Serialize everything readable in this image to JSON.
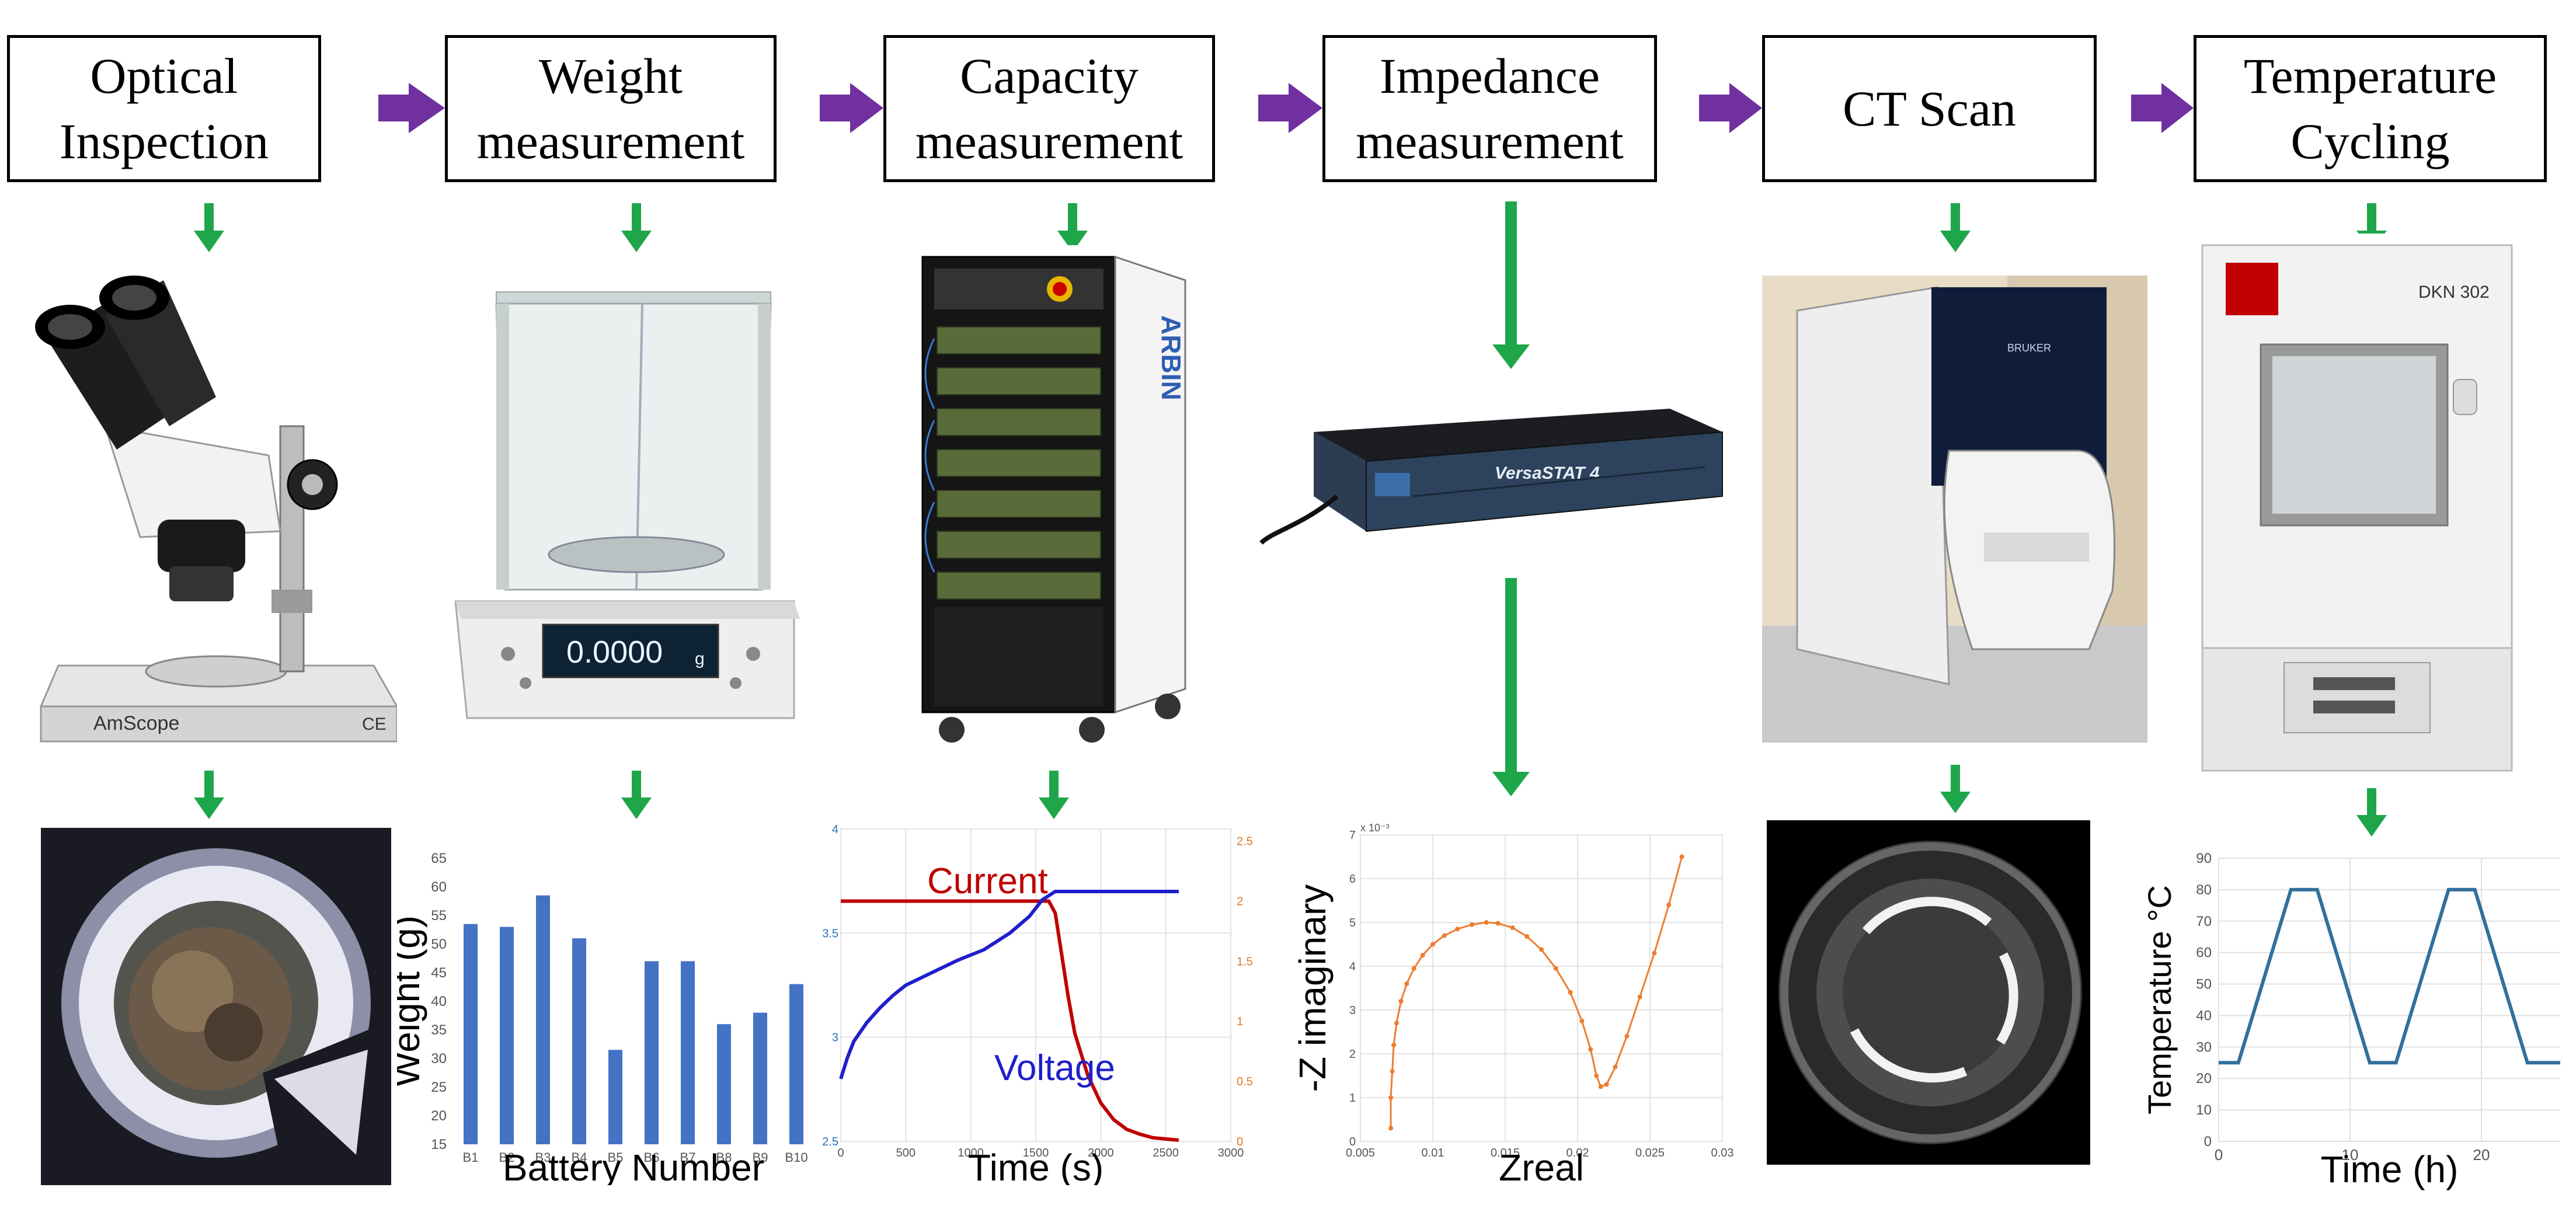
{
  "steps": [
    {
      "line1": "Optical",
      "line2": "Inspection"
    },
    {
      "line1": "Weight",
      "line2": "measurement"
    },
    {
      "line1": "Capacity",
      "line2": "measurement"
    },
    {
      "line1": "Impedance",
      "line2": "measurement"
    },
    {
      "line1": "CT Scan",
      "line2": ""
    },
    {
      "line1": "Temperature",
      "line2": "Cycling"
    }
  ],
  "devices": {
    "microscope_brand": "AmScope",
    "microscope_mark": "CE",
    "balance_display": "0.0000",
    "balance_unit": "g",
    "cycler_brand": "ARBIN",
    "potentiostat_model": "VersaSTAT 4",
    "ct_brand": "BRUKER",
    "chamber_model": "DKN 302"
  },
  "colors": {
    "flow_arrow": "#7030a0",
    "down_arrow": "#1fa64a",
    "bar": "#4472c4",
    "current": "#c00000",
    "voltage": "#1f1fcc",
    "impedance": "#ed7d31",
    "temperature": "#31709b"
  },
  "chart_data": [
    {
      "type": "bar",
      "xlabel": "Battery Number",
      "ylabel": "Weight (g)",
      "categories": [
        "B1",
        "B2",
        "B3",
        "B4",
        "B5",
        "B6",
        "B7",
        "B8",
        "B9",
        "B10"
      ],
      "values": [
        53.5,
        53,
        58.5,
        51,
        31.5,
        47,
        47,
        36,
        38,
        43
      ],
      "ylim": [
        15,
        65
      ],
      "yticks": [
        15,
        20,
        25,
        30,
        35,
        40,
        45,
        50,
        55,
        60,
        65
      ],
      "grid": false
    },
    {
      "type": "line",
      "xlabel": "Time (s)",
      "ylabel": "",
      "xlim": [
        0,
        3000
      ],
      "xticks": [
        0,
        500,
        1000,
        1500,
        2000,
        2500,
        3000
      ],
      "ylim_left": [
        2.5,
        4
      ],
      "yticks_left": [
        "2.5",
        "3",
        "3.5",
        "4"
      ],
      "ylim_right": [
        0,
        2.6
      ],
      "yticks_right": [
        "0",
        "0.5",
        "1",
        "1.5",
        "2",
        "2.5"
      ],
      "grid": true,
      "series": [
        {
          "name": "Current",
          "axis": "right",
          "x": [
            0,
            1000,
            1500,
            1600,
            1650,
            1700,
            1750,
            1800,
            1900,
            2000,
            2100,
            2200,
            2300,
            2400,
            2500,
            2600
          ],
          "y": [
            2.0,
            2.0,
            2.0,
            2.0,
            1.9,
            1.55,
            1.2,
            0.9,
            0.55,
            0.32,
            0.18,
            0.1,
            0.06,
            0.03,
            0.02,
            0.01
          ]
        },
        {
          "name": "Voltage",
          "axis": "left",
          "x": [
            0,
            50,
            100,
            200,
            300,
            400,
            500,
            700,
            900,
            1100,
            1300,
            1450,
            1550,
            1650,
            1700,
            2000,
            2300,
            2600
          ],
          "y": [
            2.8,
            2.9,
            2.98,
            3.07,
            3.14,
            3.2,
            3.25,
            3.31,
            3.37,
            3.42,
            3.5,
            3.58,
            3.66,
            3.7,
            3.7,
            3.7,
            3.7,
            3.7
          ]
        }
      ]
    },
    {
      "type": "scatter",
      "xlabel": "Zreal",
      "ylabel": "-Z imaginary",
      "y_multiplier": "x 10⁻³",
      "xlim": [
        0.005,
        0.03
      ],
      "xticks": [
        "0.005",
        "0.01",
        "0.015",
        "0.02",
        "0.025",
        "0.03"
      ],
      "ylim": [
        0,
        7
      ],
      "yticks": [
        "0",
        "1",
        "2",
        "3",
        "4",
        "5",
        "6",
        "7"
      ],
      "grid": true,
      "series": [
        {
          "name": "",
          "x": [
            0.0071,
            0.0071,
            0.0072,
            0.0073,
            0.0075,
            0.0078,
            0.0082,
            0.0087,
            0.0093,
            0.01,
            0.0108,
            0.0117,
            0.0127,
            0.0137,
            0.0145,
            0.0155,
            0.0165,
            0.0175,
            0.0185,
            0.0195,
            0.0203,
            0.0209,
            0.0213,
            0.0216,
            0.022,
            0.0226,
            0.0234,
            0.0243,
            0.0253,
            0.0263,
            0.0272
          ],
          "y": [
            0.3,
            1.0,
            1.6,
            2.2,
            2.7,
            3.2,
            3.6,
            3.95,
            4.25,
            4.5,
            4.7,
            4.85,
            4.95,
            5.0,
            4.98,
            4.88,
            4.68,
            4.38,
            3.95,
            3.4,
            2.75,
            2.1,
            1.5,
            1.25,
            1.3,
            1.7,
            2.4,
            3.3,
            4.3,
            5.4,
            6.5
          ]
        }
      ]
    },
    {
      "type": "line",
      "xlabel": "Time (h)",
      "ylabel": "Temperature °C",
      "xlim": [
        0,
        26
      ],
      "xticks": [
        "0",
        "10",
        "20"
      ],
      "ylim": [
        0,
        90
      ],
      "yticks": [
        "0",
        "10",
        "20",
        "30",
        "40",
        "50",
        "60",
        "70",
        "80",
        "90"
      ],
      "grid": true,
      "series": [
        {
          "name": "",
          "x": [
            0,
            1.5,
            5.5,
            7.5,
            11.5,
            13.5,
            17.5,
            19.5,
            23.5,
            26
          ],
          "y": [
            25,
            25,
            80,
            80,
            25,
            25,
            80,
            80,
            25,
            25
          ]
        }
      ]
    }
  ]
}
